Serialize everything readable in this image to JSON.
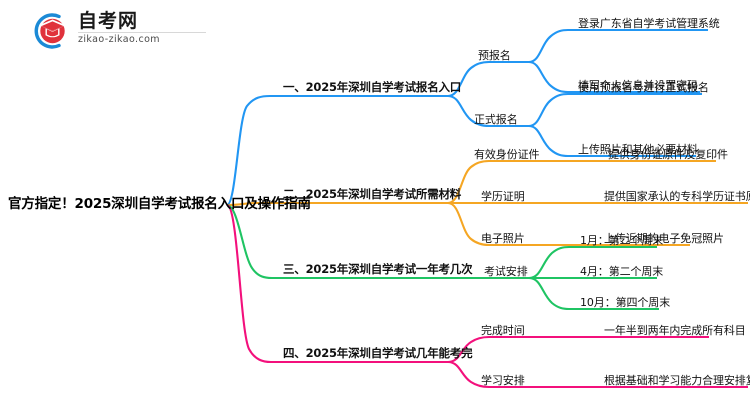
{
  "logo": {
    "name_cn": "自考网",
    "url": "zikao-zikao.com",
    "mark_icon": "graduation-cap-icon",
    "arc_color": "#1b8ad6",
    "cap_color": "#e0323c"
  },
  "mindmap": {
    "root": {
      "label": "官方指定！2025深圳自学考试报名入口及操作指南"
    },
    "branches": [
      {
        "label": "一、2025年深圳自学考试报名入口",
        "color": "#2196f3",
        "children": [
          {
            "label": "预报名",
            "leaves": [
              "登录广东省自学考试管理系统",
              "填写个人信息并设置密码"
            ]
          },
          {
            "label": "正式报名",
            "leaves": [
              "使用预报名号进行正式报名",
              "上传照片和其他必要材料"
            ]
          }
        ]
      },
      {
        "label": "二、2025年深圳自学考试所需材料",
        "color": "#f5a623",
        "children": [
          {
            "label": "有效身份证件",
            "leaves": [
              "提供身份证原件及复印件"
            ]
          },
          {
            "label": "学历证明",
            "leaves": [
              "提供国家承认的专科学历证书原件及复印件"
            ]
          },
          {
            "label": "电子照片",
            "leaves": [
              "上传近期的电子免冠照片"
            ]
          }
        ]
      },
      {
        "label": "三、2025年深圳自学考试一年考几次",
        "color": "#1fc463",
        "children": [
          {
            "label": "考试安排",
            "leaves": [
              "1月：第二个周末",
              "4月：第二个周末",
              "10月：第四个周末"
            ]
          }
        ]
      },
      {
        "label": "四、2025年深圳自学考试几年能考完",
        "color": "#f3107c",
        "children": [
          {
            "label": "完成时间",
            "leaves": [
              "一年半到两年内完成所有科目"
            ]
          },
          {
            "label": "学习安排",
            "leaves": [
              "根据基础和学习能力合理安排复习计划"
            ]
          }
        ]
      }
    ]
  }
}
